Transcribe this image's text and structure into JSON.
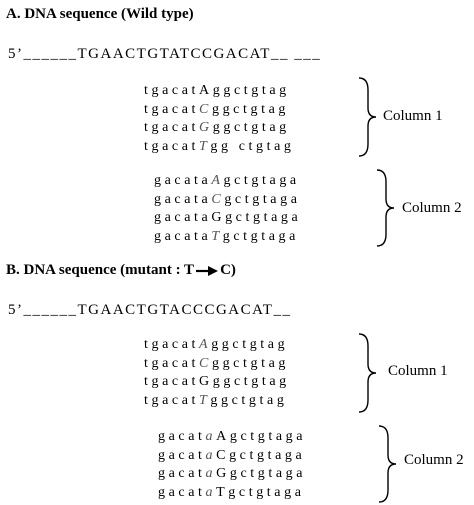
{
  "section_a": {
    "heading": "A.  DNA sequence (Wild type)",
    "sequence": "5’______TGAACTGTATCCGACAT__ ___",
    "column1": {
      "label": "Column 1",
      "rows": [
        {
          "pre": "tgacat",
          "mid": "A",
          "post": "ggctgtag",
          "style": "normal"
        },
        {
          "pre": "tgacat",
          "mid": "C",
          "post": "ggctgtag",
          "style": "italic"
        },
        {
          "pre": "tgacat",
          "mid": "G",
          "post": "ggctgtag",
          "style": "italic"
        },
        {
          "pre": "tgacat",
          "mid": "T",
          "post": "gg ctgtag",
          "style": "italic"
        }
      ]
    },
    "column2": {
      "label": "Column 2",
      "rows": [
        {
          "pre": "gacata",
          "mid": "A",
          "post": "gctgtaga",
          "style": "italic"
        },
        {
          "pre": "gacata",
          "mid": "C",
          "post": "gctgtaga",
          "style": "italic"
        },
        {
          "pre": "gacata",
          "mid": "G",
          "post": "gctgtaga",
          "style": "normal"
        },
        {
          "pre": "gacata",
          "mid": "T",
          "post": "gctgtaga",
          "style": "italic"
        }
      ]
    }
  },
  "section_b": {
    "heading_pre": "B. DNA sequence (mutant :  T",
    "heading_post": "C)",
    "sequence": "5’______TGAACTGTACCCGACAT__",
    "column1": {
      "label": "Column 1",
      "rows": [
        {
          "pre": "tgacat",
          "mid": "A",
          "post": "ggctgtag",
          "style": "italic"
        },
        {
          "pre": "tgacat",
          "mid": "C",
          "post": "ggctgtag",
          "style": "italic"
        },
        {
          "pre": "tgacat",
          "mid": "G",
          "post": "ggctgtag",
          "style": "normal"
        },
        {
          "pre": "tgacat",
          "mid": "T",
          "post": "ggctgtag",
          "style": "italic"
        }
      ]
    },
    "column2": {
      "label": "Column 2",
      "rows": [
        {
          "pre": "gacat",
          "mid": "a",
          "post": "Agctgtaga",
          "style": "italic"
        },
        {
          "pre": "gacat",
          "mid": "a",
          "post": "Cgctgtaga",
          "style": "italic"
        },
        {
          "pre": "gacat",
          "mid": "a",
          "post": "Ggctgtaga",
          "style": "italic"
        },
        {
          "pre": "gacat",
          "mid": "a",
          "post": "Tgctgtaga",
          "style": "italic"
        }
      ]
    }
  }
}
